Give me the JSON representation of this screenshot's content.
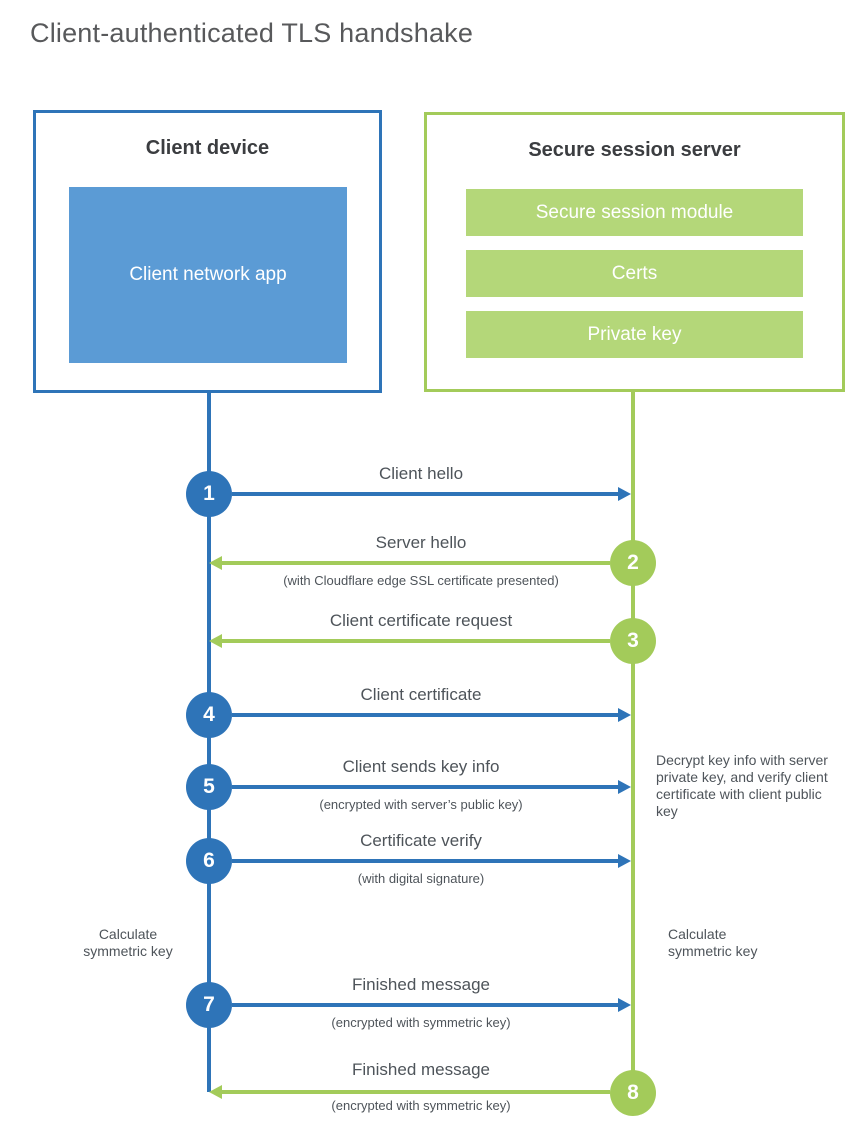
{
  "title": "Client-authenticated TLS handshake",
  "colors": {
    "blue_accent": "#2e74b8",
    "blue_fill": "#5b9bd5",
    "green_accent": "#a3cb5a",
    "green_fill": "#b4d779",
    "title_text": "#58595b",
    "label_text": "#4e545a"
  },
  "client_box": {
    "title": "Client device",
    "inner_label": "Client network app"
  },
  "server_box": {
    "title": "Secure session server",
    "modules": [
      "Secure session module",
      "Certs",
      "Private key"
    ]
  },
  "steps": [
    {
      "num": "1",
      "direction": "right",
      "color": "blue",
      "label": "Client hello",
      "sublabel": ""
    },
    {
      "num": "2",
      "direction": "left",
      "color": "green",
      "label": "Server hello",
      "sublabel": "(with Cloudflare edge SSL certificate presented)"
    },
    {
      "num": "3",
      "direction": "left",
      "color": "green",
      "label": "Client certificate request",
      "sublabel": ""
    },
    {
      "num": "4",
      "direction": "right",
      "color": "blue",
      "label": "Client certificate",
      "sublabel": ""
    },
    {
      "num": "5",
      "direction": "right",
      "color": "blue",
      "label": "Client sends key info",
      "sublabel": "(encrypted with server’s public key)"
    },
    {
      "num": "6",
      "direction": "right",
      "color": "blue",
      "label": "Certificate verify",
      "sublabel": "(with digital signature)"
    },
    {
      "num": "7",
      "direction": "right",
      "color": "blue",
      "label": "Finished message",
      "sublabel": "(encrypted with symmetric key)"
    },
    {
      "num": "8",
      "direction": "left",
      "color": "green",
      "label": "Finished message",
      "sublabel": "(encrypted with symmetric key)"
    }
  ],
  "annotations": {
    "left_calculate": "Calculate symmetric key",
    "right_calculate": "Calculate symmetric key",
    "decrypt_note": "Decrypt key info with server private key, and verify client certificate with client public key"
  }
}
